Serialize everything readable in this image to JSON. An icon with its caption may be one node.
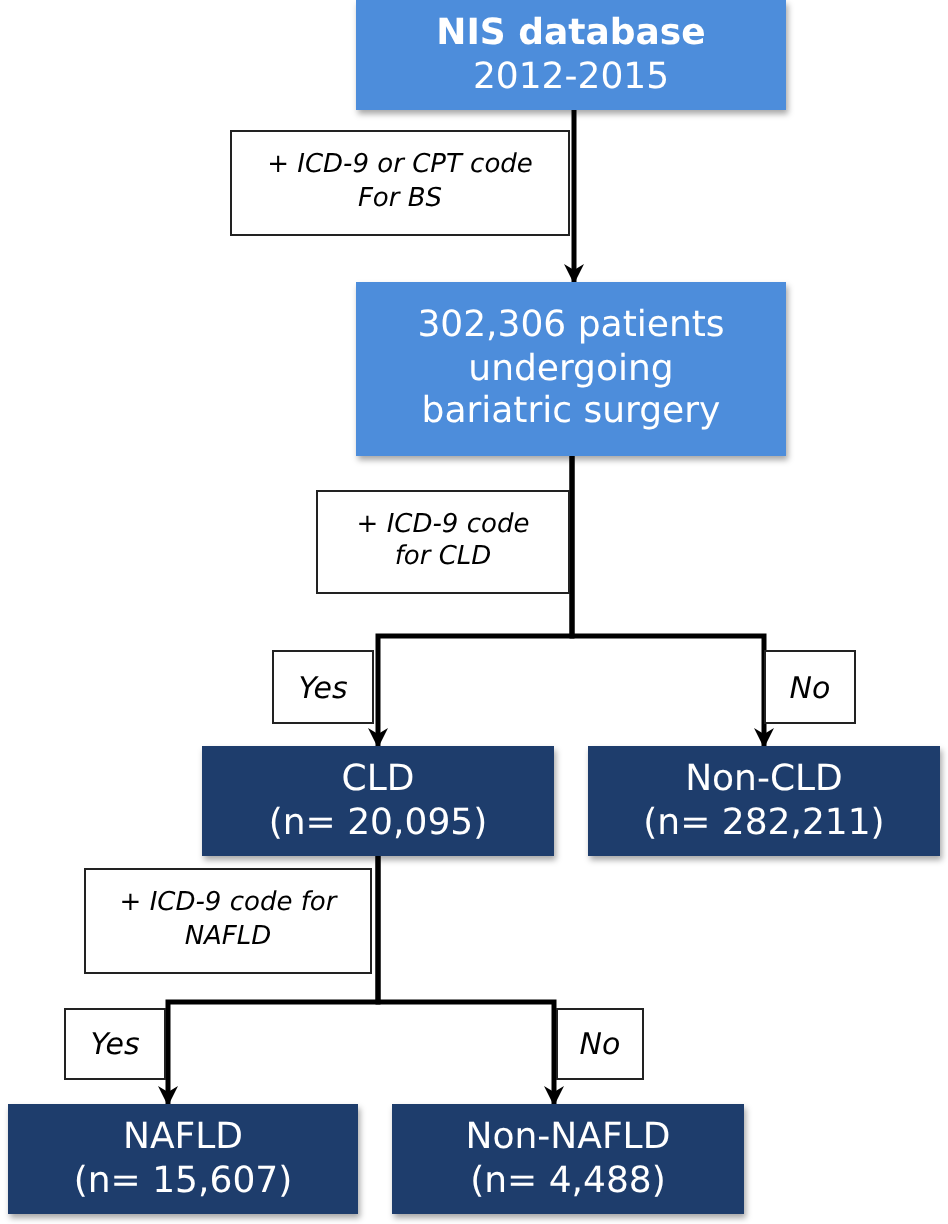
{
  "diagram": {
    "nodes": [
      {
        "text": [
          "NIS database",
          "2012-2015"
        ]
      },
      {
        "text": [
          "302,306 patients undergoing bariatric surgery"
        ]
      },
      {
        "text": [
          "CLD",
          "(n= 20,095)"
        ]
      },
      {
        "text": [
          "Non-CLD",
          "(n= 282,211)"
        ]
      },
      {
        "text": [
          "NAFLD",
          "(n= 15,607)"
        ]
      },
      {
        "text": [
          "Non-NAFLD",
          "(n= 4,488)"
        ]
      }
    ],
    "edges": [
      {
        "from": 0,
        "to": 1,
        "arrow": "to"
      },
      {
        "from": 1,
        "to": 2,
        "arrow": "to",
        "label": "Yes"
      },
      {
        "from": 1,
        "to": 3,
        "arrow": "to",
        "label": "No"
      },
      {
        "from": 2,
        "to": 4,
        "arrow": "to",
        "label": "Yes"
      },
      {
        "from": 2,
        "to": 5,
        "arrow": "to",
        "label": "No"
      }
    ],
    "labels": [
      "+ ICD-9 or CPT code For BS",
      "+ ICD-9 code for CLD",
      "+ ICD-9 code for NAFLD"
    ]
  }
}
